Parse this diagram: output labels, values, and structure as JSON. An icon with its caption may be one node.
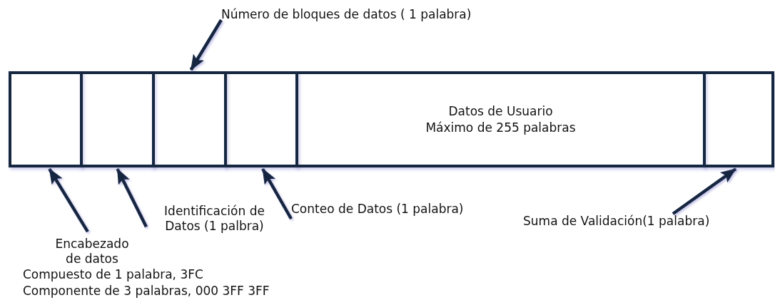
{
  "diagram": {
    "nodes": [
      {
        "text": [
          "Número de bloques de datos ( 1 palabra)"
        ]
      },
      {
        "text": [],
        "shape": "box"
      },
      {
        "text": [],
        "shape": "box"
      },
      {
        "text": [],
        "shape": "box"
      },
      {
        "text": [],
        "shape": "box"
      },
      {
        "text": [
          "Datos de Usuario",
          "Máximo de 255 palabras"
        ]
      },
      {
        "text": [],
        "shape": "box"
      },
      {
        "text": [
          "Encabezado de datos"
        ]
      },
      {
        "text": [
          "Identificación de Datos (1 palbra)"
        ]
      },
      {
        "text": [
          "Conteo de Datos (1 palabra)"
        ]
      },
      {
        "text": [
          "Suma de Validación(1 palabra)"
        ]
      }
    ],
    "edges": [
      {
        "from": 0,
        "to": 3,
        "arrow": "to"
      },
      {
        "from": 7,
        "to": 1,
        "arrow": "to"
      },
      {
        "from": 8,
        "to": 2,
        "arrow": "to"
      },
      {
        "from": 9,
        "to": 4,
        "arrow": "to"
      },
      {
        "from": 10,
        "to": 6,
        "arrow": "to"
      }
    ],
    "labels": [
      "Compuesto de 1 palabra, 3FC",
      "Componente de 3 palabras, 000 3FF 3FF"
    ]
  }
}
